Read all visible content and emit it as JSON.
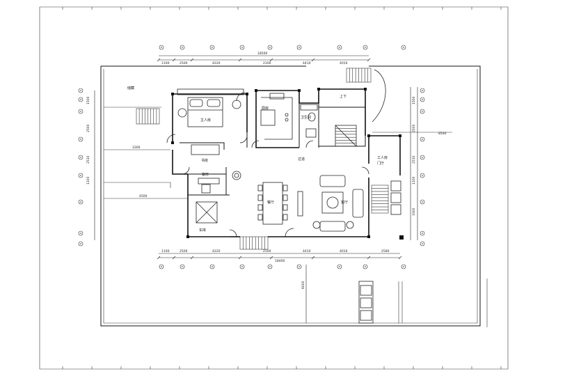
{
  "drawing": {
    "room_labels": {
      "storage_room": "储藏",
      "master_bedroom": "主人房",
      "kitchen": "厨房",
      "powder_room": "卫生间",
      "stair_hall": "上下",
      "utility": "工人房",
      "passage": "过道",
      "dining": "餐厅",
      "living": "客厅",
      "study": "书房",
      "guest": "客房",
      "garage": "车库",
      "entry": "门厅"
    },
    "top_dimensions": [
      "1100",
      "2500",
      "4220",
      "2100",
      "4410",
      "4010"
    ],
    "top_total": "18500",
    "bottom_dimensions": [
      "1100",
      "2500",
      "4220",
      "2100",
      "4410",
      "4010",
      "2580"
    ],
    "bottom_total": "18400",
    "left_dimensions": [
      "1500",
      "2500",
      "2510",
      "1100"
    ],
    "right_dimensions": [
      "1500",
      "2500",
      "2510",
      "1100",
      "3300"
    ],
    "side_dims": {
      "right_outer": "8540",
      "inner_left_a": "3300",
      "inner_left_b": "4500",
      "vertical_mid": "6000"
    }
  }
}
